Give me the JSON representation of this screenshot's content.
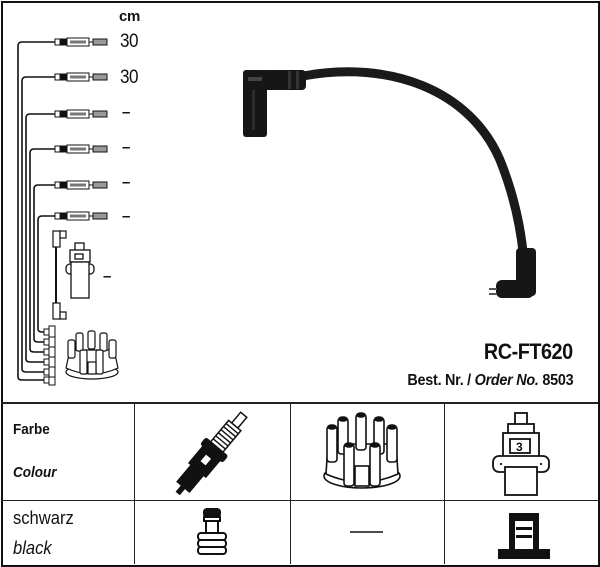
{
  "header": {
    "unit_label": "cm"
  },
  "wires": [
    {
      "length": "30"
    },
    {
      "length": "30"
    },
    {
      "length": "–"
    },
    {
      "length": "–"
    },
    {
      "length": "–"
    },
    {
      "length": "–"
    }
  ],
  "coil_wire": {
    "length": "–"
  },
  "product": {
    "model": "RC-FT620",
    "order_prefix_de": "Best. Nr. /",
    "order_prefix_en": "Order No.",
    "order_number": "8503"
  },
  "table": {
    "header_de": "Farbe",
    "header_en": "Colour",
    "columns": [
      {
        "component": "spark-plug",
        "value": "spark-plug-boot-icon"
      },
      {
        "component": "distributor-cap",
        "value": "–"
      },
      {
        "component": "ignition-coil",
        "value": "coil-boot-icon"
      }
    ],
    "colour_de": "schwarz",
    "colour_en": "black"
  }
}
